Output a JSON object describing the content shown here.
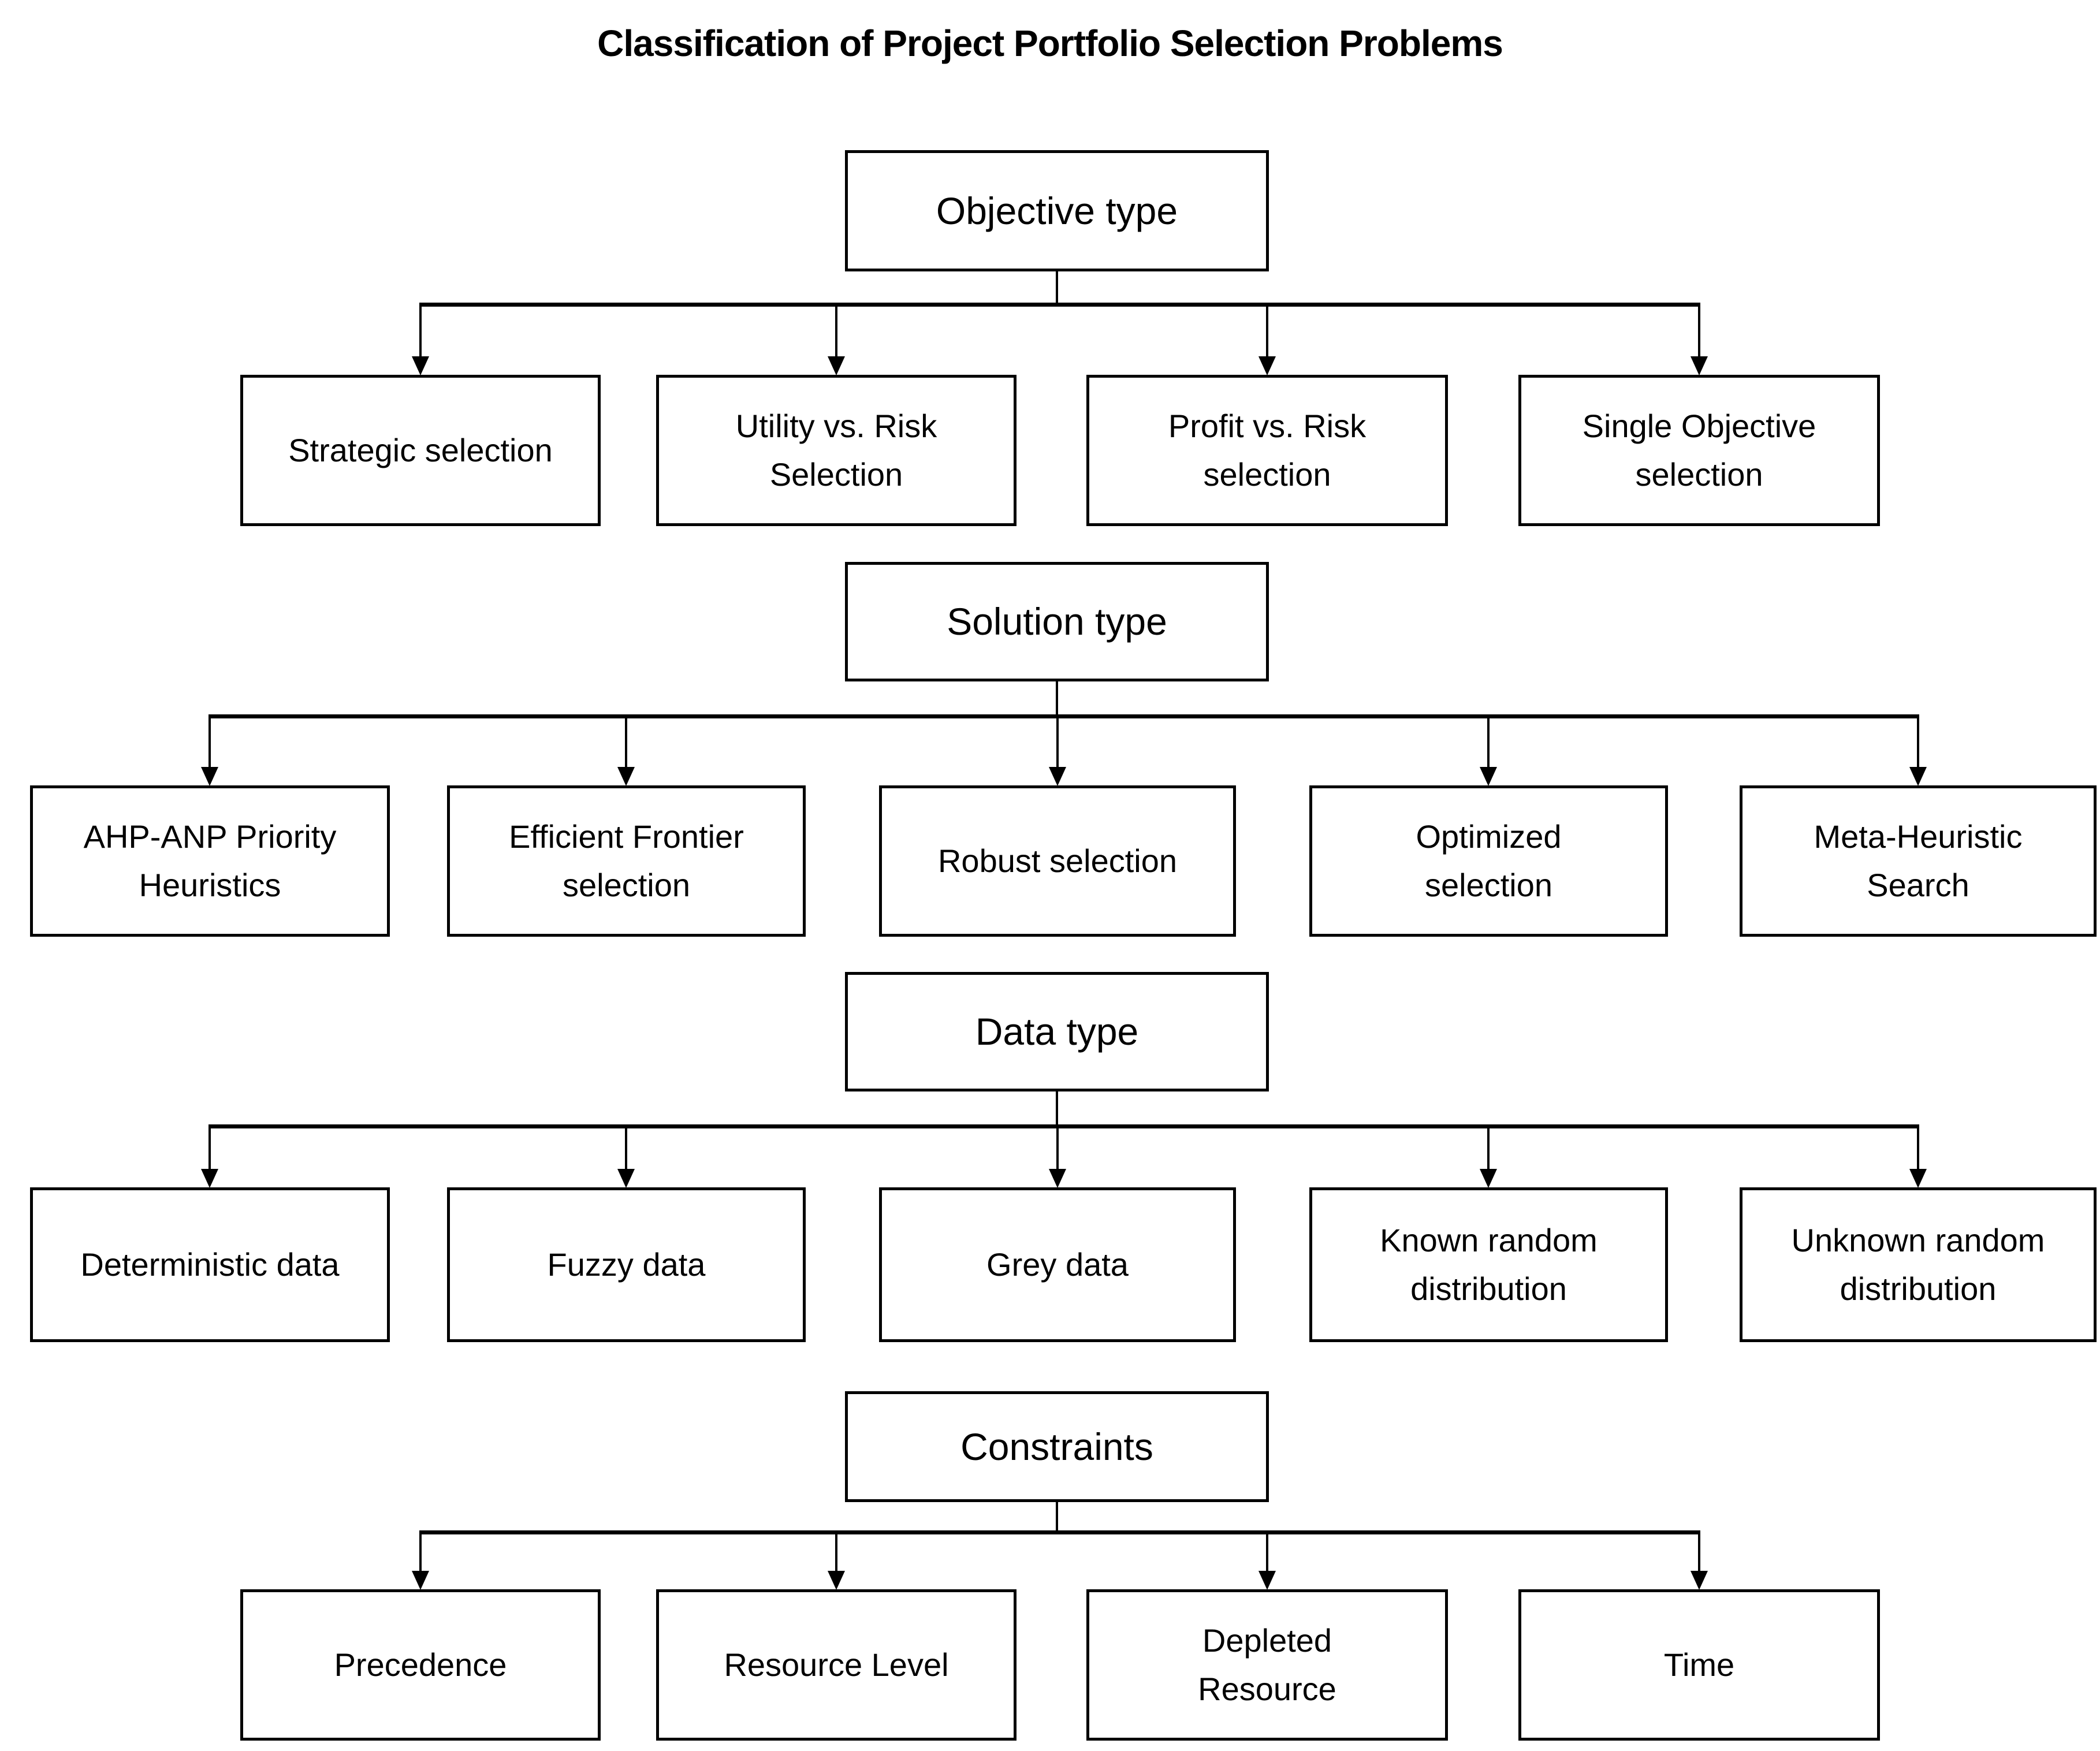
{
  "title": {
    "text": "Classification of Project Portfolio Selection Problems"
  },
  "diagram": {
    "type": "hierarchy-flowchart",
    "colors": {
      "line": "#000000",
      "text": "#000000",
      "background": "#ffffff"
    },
    "levels": [
      {
        "parent": "Objective type",
        "children": [
          "Strategic selection",
          "Utility vs. Risk Selection",
          "Profit vs. Risk selection",
          "Single Objective selection"
        ]
      },
      {
        "parent": "Solution type",
        "children": [
          "AHP-ANP Priority Heuristics",
          "Efficient Frontier selection",
          "Robust selection",
          "Optimized selection",
          "Meta-Heuristic Search"
        ]
      },
      {
        "parent": "Data type",
        "children": [
          "Deterministic data",
          "Fuzzy data",
          "Grey data",
          "Known random distribution",
          "Unknown random distribution"
        ]
      },
      {
        "parent": "Constraints",
        "children": [
          "Precedence",
          "Resource Level",
          "Depleted Resource",
          "Time"
        ]
      }
    ]
  }
}
